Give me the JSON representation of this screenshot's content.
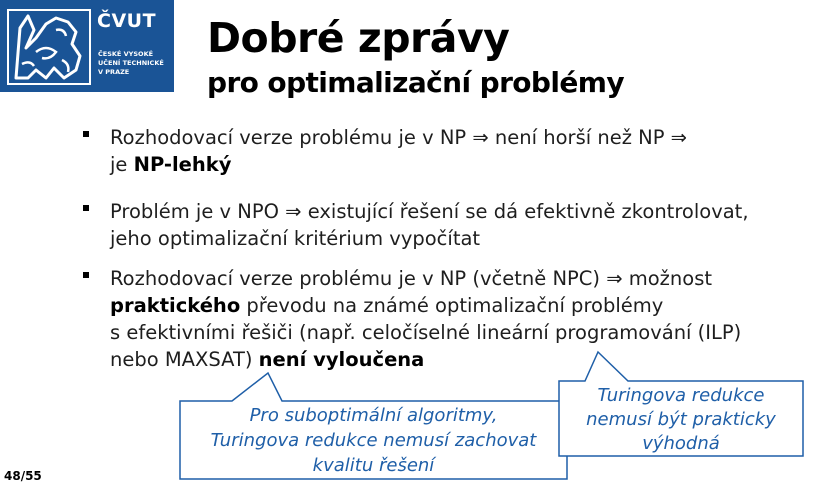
{
  "logo": {
    "name": "ČVUT",
    "sub_lines": [
      "ČESKÉ VYSOKÉ",
      "UČENÍ TECHNICKÉ",
      "V PRAZE"
    ],
    "icon": "lion-crest-icon"
  },
  "title": "Dobré zprávy",
  "subtitle": "pro optimalizační problémy",
  "bullets": [
    {
      "line1": "Rozhodovací verze problému je v NP  ⇒ není horší než NP ⇒",
      "line2_pre": "je ",
      "line2_bold": "NP-lehký"
    },
    {
      "line1": "Problém je v NPO ⇒ existující řešení se dá efektivně zkontrolovat,",
      "line2": "jeho optimalizační kritérium vypočítat"
    },
    {
      "line1": "Rozhodovací verze problému je v NP (včetně NPC) ⇒ možnost",
      "line2_bold": "praktického",
      "line2_rest": " převodu na známé optimalizační problémy",
      "line3": "s efektivními řešiči (např. celočíselné lineární programování (ILP)",
      "line4_pre": "nebo MAXSAT) ",
      "line4_bold": "není vyloučena"
    }
  ],
  "callouts": {
    "left": [
      "Pro suboptimální algoritmy,",
      "Turingova redukce nemusí zachovat",
      "kvalitu řešení"
    ],
    "right": [
      "Turingova redukce",
      "nemusí být prakticky",
      "výhodná"
    ]
  },
  "page_number": "48/55",
  "colors": {
    "logo_bg": "#1a5496",
    "callout_text": "#1f5fa8",
    "callout_border": "#1f5fa8"
  }
}
